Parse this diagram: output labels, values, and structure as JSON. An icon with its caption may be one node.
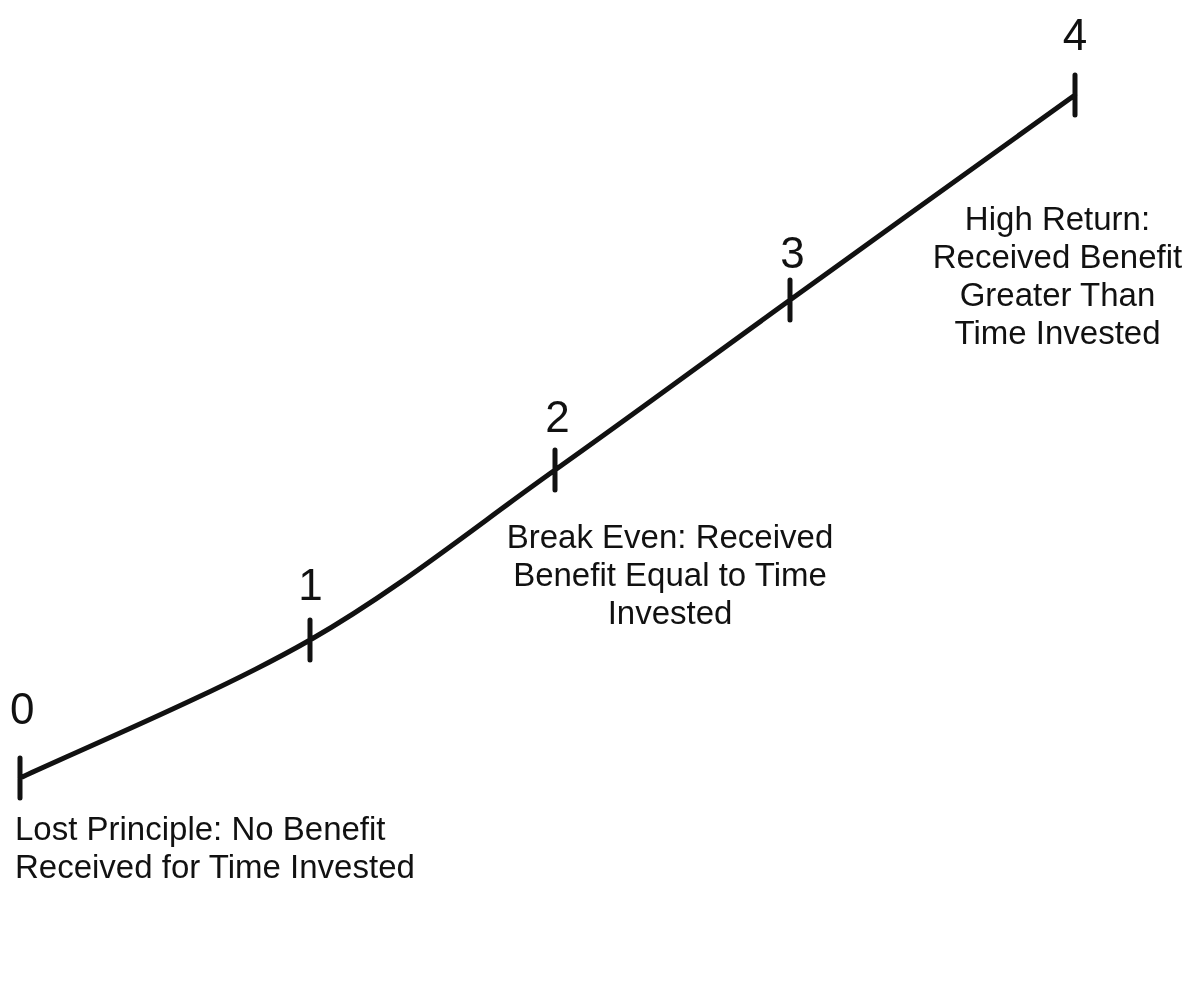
{
  "diagram": {
    "labels": [
      "4",
      "High Return: Received Benefit Greater Than Time Invested",
      "3",
      "2",
      "1",
      "Break Even: Received Benefit Equal to Time Invested",
      "0",
      "Lost Principle: No Benefit Received for Time Invested"
    ]
  }
}
